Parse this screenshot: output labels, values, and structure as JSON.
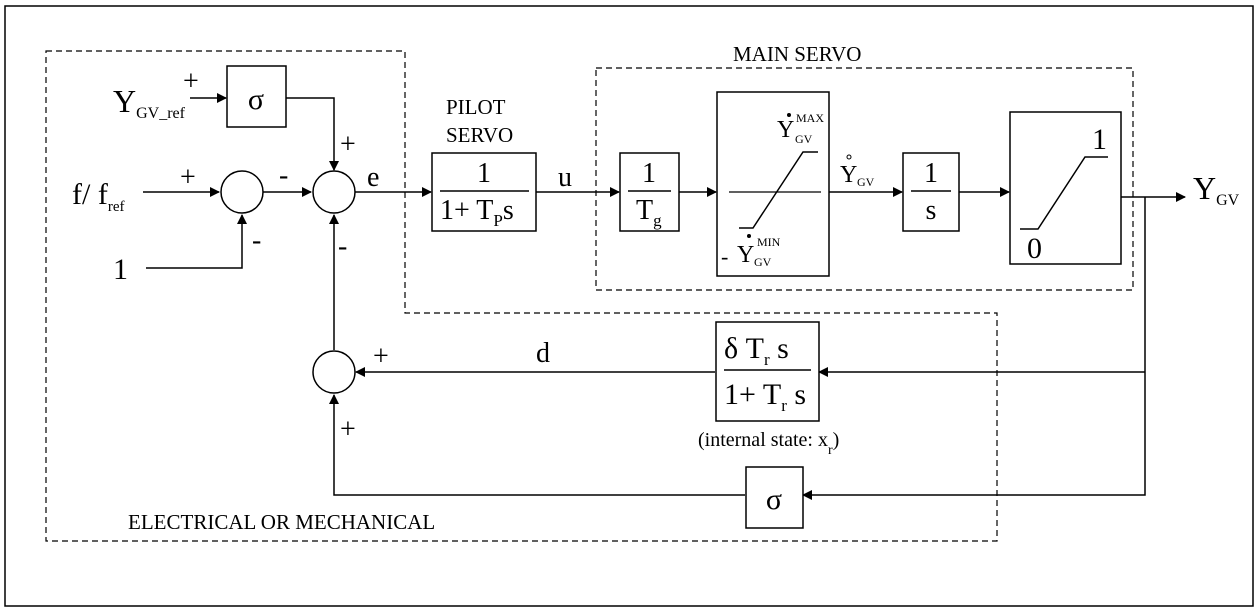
{
  "regions": {
    "main_servo": "MAIN SERVO",
    "pilot_servo_line1": "PILOT",
    "pilot_servo_line2": "SERVO",
    "electrical": "ELECTRICAL OR MECHANICAL"
  },
  "inputs": {
    "ygv_ref_main": "Y",
    "ygv_ref_sub": "GV_ref",
    "f_main": "f/ f",
    "f_sub": "ref",
    "one": "1"
  },
  "output": {
    "main": "Y",
    "sub": "GV"
  },
  "signals": {
    "e": "e",
    "u": "u",
    "d": "d"
  },
  "signs": {
    "sigma_in_plus": "+",
    "f_plus": "+",
    "one_minus": "-",
    "sum1_out_minus": "-",
    "sigma_to_sum2_plus": "+",
    "fb_minus": "-",
    "d_plus": "+",
    "sigma_fb_plus": "+"
  },
  "blocks": {
    "sigma_top": "σ",
    "sigma_bottom": "σ",
    "pilot_num": "1",
    "pilot_den_a": "1+ T",
    "pilot_den_sub": "P",
    "pilot_den_b": "s",
    "tg_num": "1",
    "tg_den": "T",
    "tg_den_sub": "g",
    "rate_max_main": "Y",
    "rate_max_sup": "MAX",
    "rate_max_sub": "GV",
    "rate_min_prefix": "- ",
    "rate_min_main": "Y",
    "rate_min_sup": "MIN",
    "rate_min_sub": "GV",
    "rate_out_main": "Y",
    "rate_out_sub": "GV",
    "int_num": "1",
    "int_den": "s",
    "lim_upper": "1",
    "lim_lower": "0",
    "trans_num_a": "δ T",
    "trans_num_sub": "r",
    "trans_num_b": " s",
    "trans_den_a": "1+ T",
    "trans_den_sub": "r",
    "trans_den_b": " s",
    "internal_state_a": "(internal state: x",
    "internal_state_sub": "r",
    "internal_state_b": ")"
  }
}
